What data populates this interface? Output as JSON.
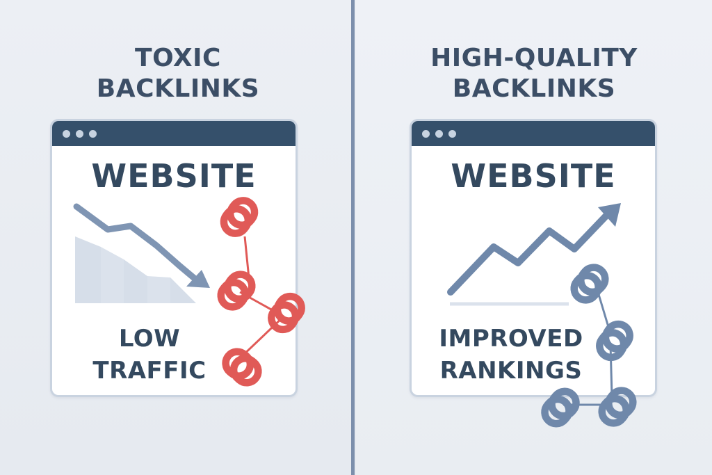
{
  "left_panel": {
    "heading_line1": "TOXIC",
    "heading_line2": "BACKLINKS",
    "window_title": "WEBSITE",
    "status_line1": "LOW",
    "status_line2": "TRAFFIC",
    "trend": "down",
    "chain_color": "#e05a57",
    "arrow_color": "#7f95b3"
  },
  "right_panel": {
    "heading_line1": "HIGH-QUALITY",
    "heading_line2": "BACKLINKS",
    "window_title": "WEBSITE",
    "status_line1": "IMPROVED",
    "status_line2": "RANKINGS",
    "trend": "up",
    "chain_color": "#6f88aa",
    "arrow_color": "#6f88aa"
  },
  "colors": {
    "titlebar": "#35506b",
    "text": "#34495f",
    "divider": "#7c8fac",
    "bars": "#d6dee9"
  }
}
